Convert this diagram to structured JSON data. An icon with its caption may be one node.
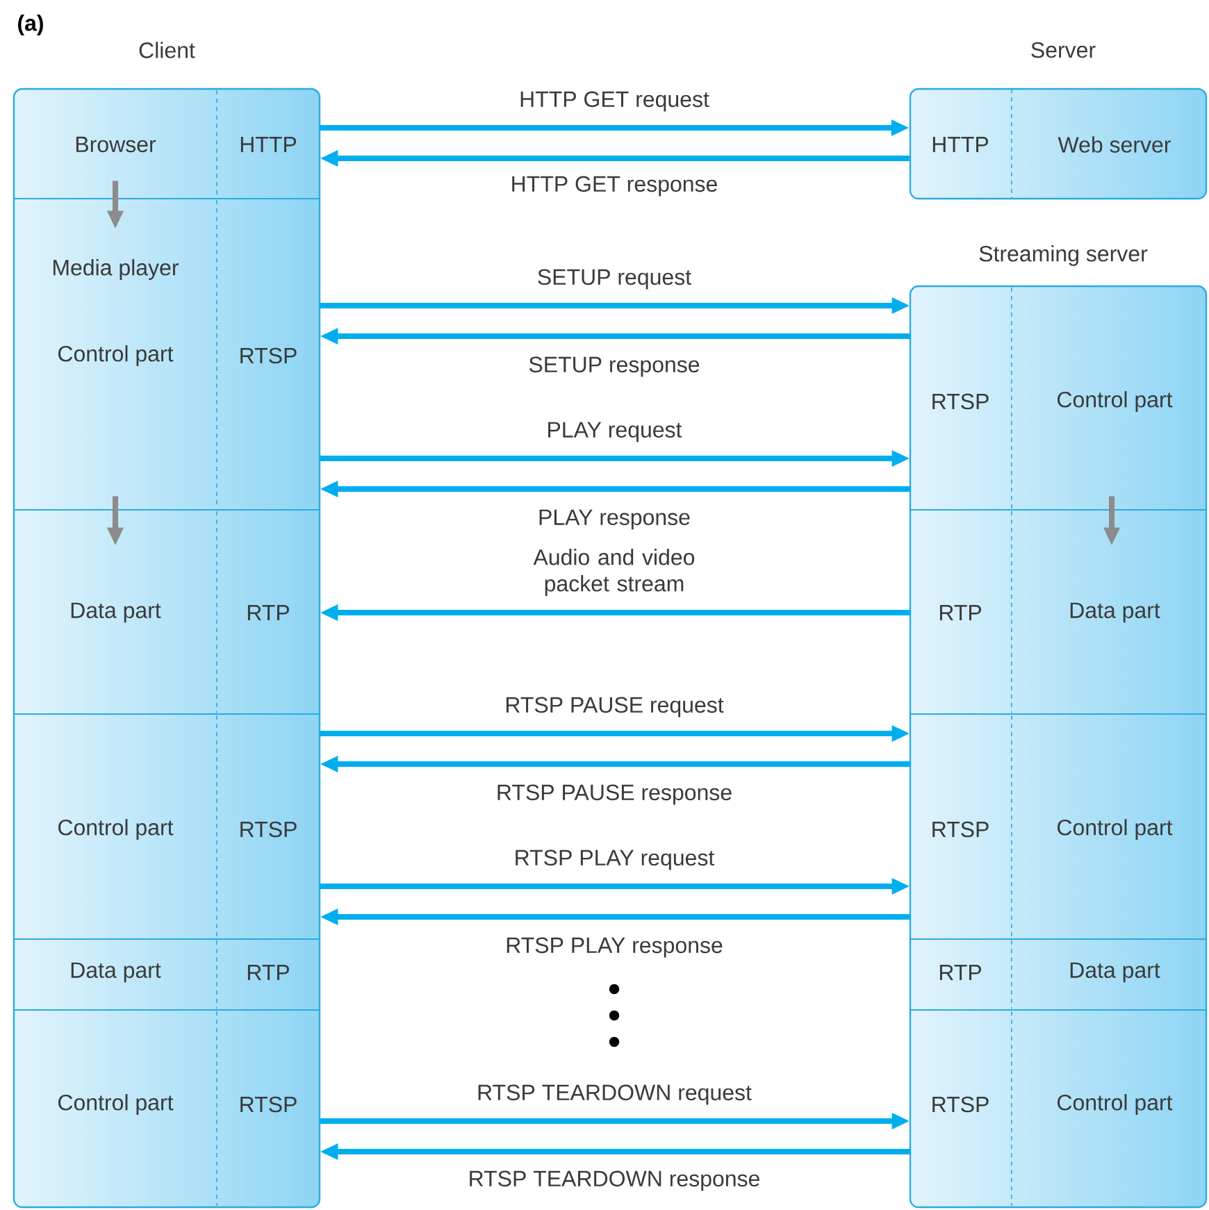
{
  "diagram": {
    "nodes": [
      {
        "text": [
          "Client"
        ]
      },
      {
        "text": [
          "Browser",
          "HTTP"
        ],
        "in": 0
      },
      {
        "text": [
          "Media player",
          "Control part",
          "RTSP"
        ],
        "in": 0
      },
      {
        "text": [
          "Data part",
          "RTP"
        ],
        "in": 0
      },
      {
        "text": [
          "Control part",
          "RTSP"
        ],
        "in": 0
      },
      {
        "text": [
          "Data part",
          "RTP"
        ],
        "in": 0
      },
      {
        "text": [
          "Control part",
          "RTSP"
        ],
        "in": 0
      },
      {
        "text": [
          "Server",
          "HTTP",
          "Web server"
        ]
      },
      {
        "text": [
          "Streaming server"
        ]
      },
      {
        "text": [
          "RTSP",
          "Control part"
        ],
        "in": 8
      },
      {
        "text": [
          "RTP",
          "Data part"
        ],
        "in": 8
      },
      {
        "text": [
          "RTSP",
          "Control part"
        ],
        "in": 8
      },
      {
        "text": [
          "RTP",
          "Data part"
        ],
        "in": 8
      },
      {
        "text": [
          "RTSP",
          "Control part"
        ],
        "in": 8
      }
    ],
    "edges": [
      {
        "from": 1,
        "to": 7,
        "arrow": "to",
        "label": "HTTP GET request"
      },
      {
        "from": 7,
        "to": 1,
        "arrow": "to",
        "label": "HTTP GET response"
      },
      {
        "from": 2,
        "to": 9,
        "arrow": "to",
        "label": "SETUP request"
      },
      {
        "from": 9,
        "to": 2,
        "arrow": "to",
        "label": "SETUP response"
      },
      {
        "from": 2,
        "to": 9,
        "arrow": "to",
        "label": "PLAY request"
      },
      {
        "from": 9,
        "to": 2,
        "arrow": "to",
        "label": "PLAY response"
      },
      {
        "from": 10,
        "to": 3,
        "arrow": "to",
        "label": "Audio and video packet stream"
      },
      {
        "from": 4,
        "to": 11,
        "arrow": "to",
        "label": "RTSP PAUSE request"
      },
      {
        "from": 11,
        "to": 4,
        "arrow": "to",
        "label": "RTSP PAUSE response"
      },
      {
        "from": 4,
        "to": 11,
        "arrow": "to",
        "label": "RTSP PLAY request"
      },
      {
        "from": 11,
        "to": 4,
        "arrow": "to",
        "label": "RTSP PLAY response"
      },
      {
        "from": 6,
        "to": 13,
        "arrow": "to",
        "label": "RTSP TEARDOWN request"
      },
      {
        "from": 13,
        "to": 6,
        "arrow": "to",
        "label": "RTSP TEARDOWN response"
      },
      {
        "from": 1,
        "to": 2,
        "arrow": "to",
        "color": "#8c8c8c"
      },
      {
        "from": 2,
        "to": 3,
        "arrow": "to",
        "color": "#8c8c8c"
      },
      {
        "from": 9,
        "to": 10,
        "arrow": "to",
        "color": "#8c8c8c"
      }
    ],
    "labels": [
      "(a)"
    ]
  }
}
